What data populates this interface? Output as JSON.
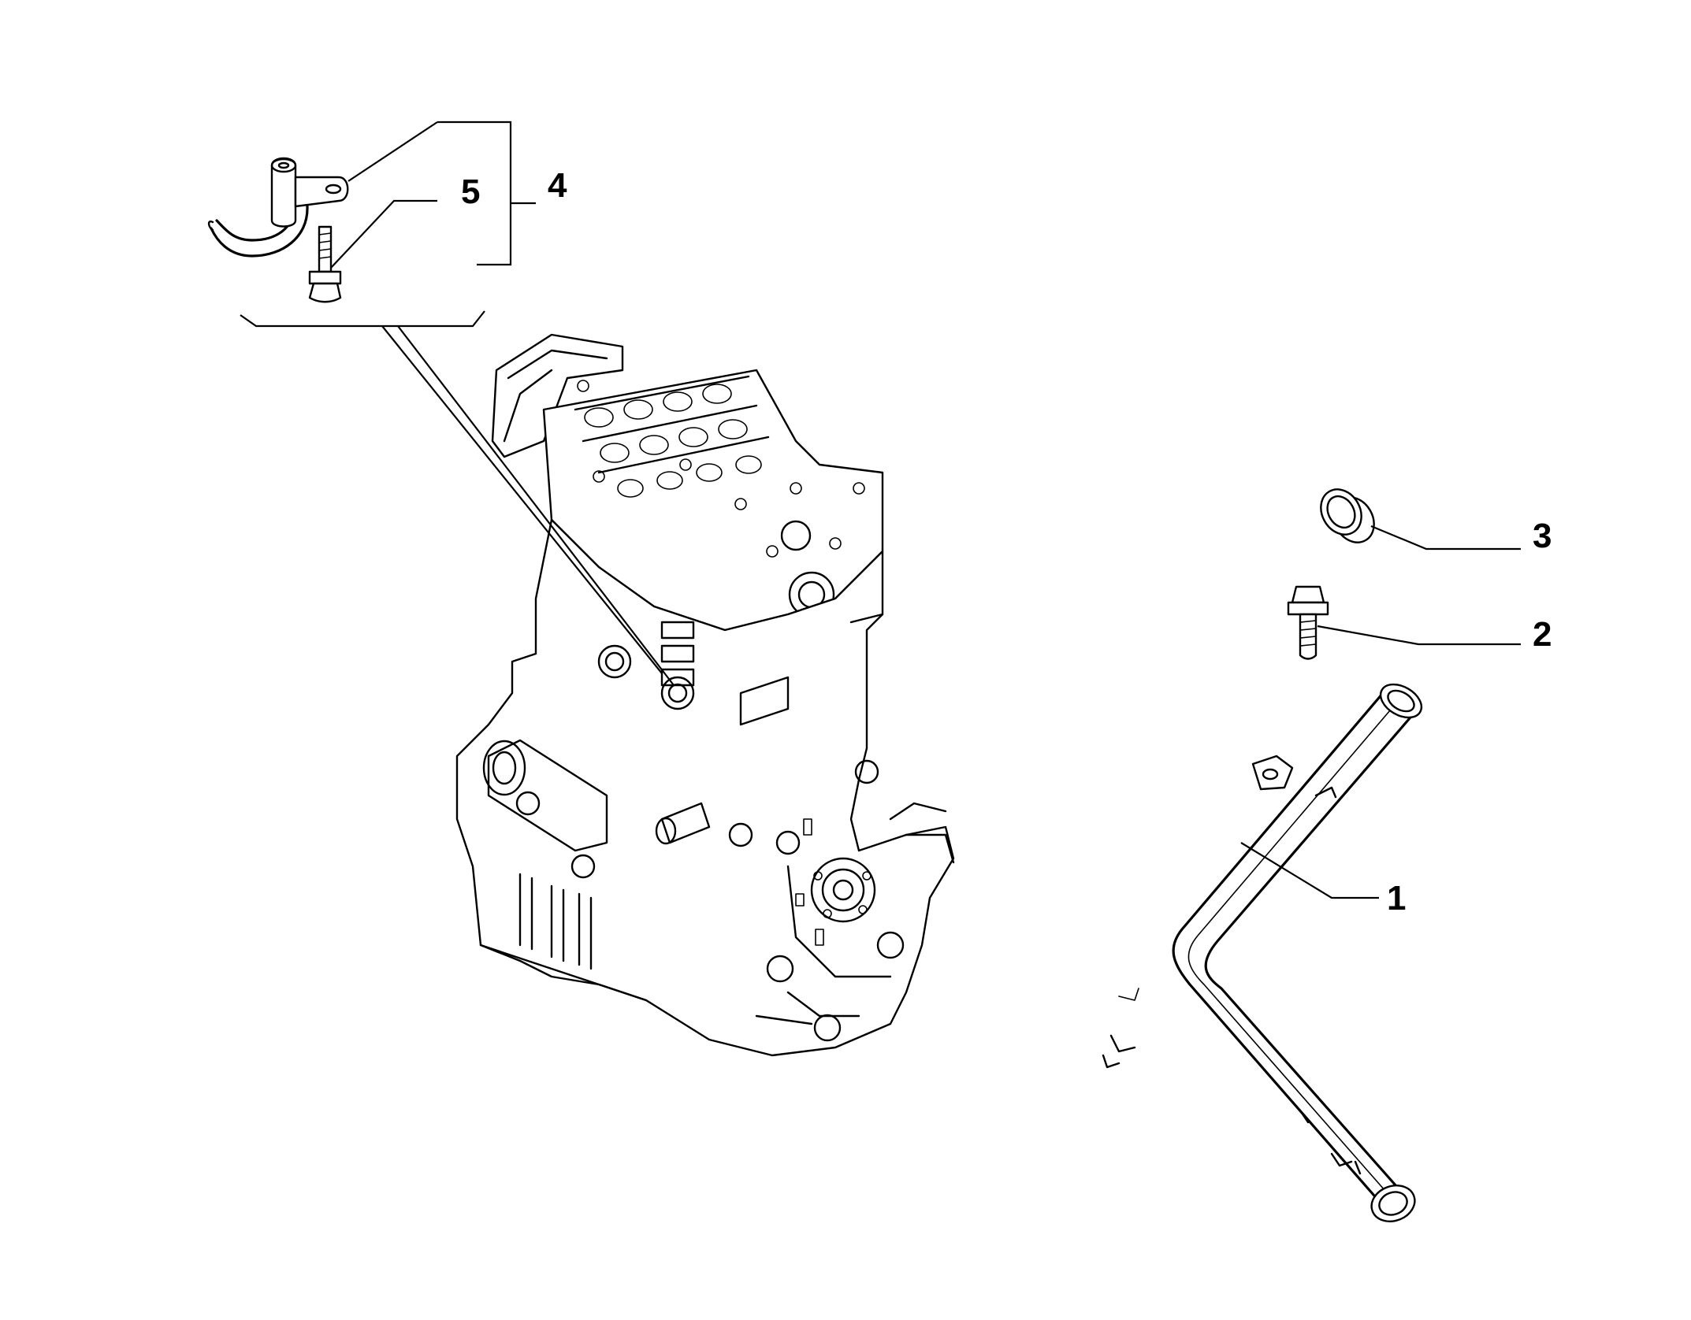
{
  "callouts": {
    "c1": "1",
    "c2": "2",
    "c3": "3",
    "c4": "4",
    "c5": "5"
  },
  "parts": [
    {
      "ref": "1",
      "icon": "coolant-pipe-icon"
    },
    {
      "ref": "2",
      "icon": "bolt-icon"
    },
    {
      "ref": "3",
      "icon": "cap-plug-icon"
    },
    {
      "ref": "4",
      "icon": "pipe-bracket-icon"
    },
    {
      "ref": "5",
      "icon": "bolt-icon"
    }
  ],
  "colors": {
    "line": "#000000",
    "background": "#ffffff"
  }
}
